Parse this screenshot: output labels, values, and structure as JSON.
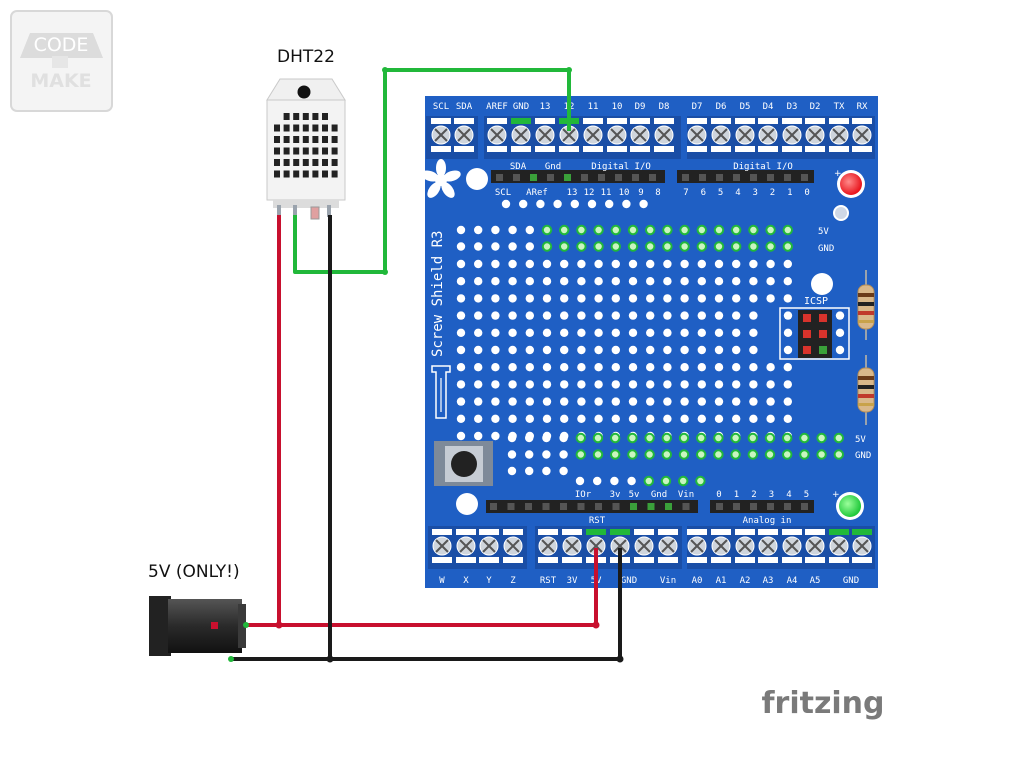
{
  "logo": {
    "line1": "CODE",
    "line2": "MAKE"
  },
  "sensor": {
    "label": "DHT22"
  },
  "power": {
    "label": "5V (ONLY!)"
  },
  "fritzing": {
    "label": "fritzing"
  },
  "shield": {
    "title": "Screw Shield R3",
    "top_left_terms": [
      "SCL",
      "SDA",
      "AREF",
      "GND",
      "13",
      "12",
      "11",
      "10",
      "D9",
      "D8"
    ],
    "top_right_terms": [
      "D7",
      "D6",
      "D5",
      "D4",
      "D3",
      "D2",
      "TX",
      "RX"
    ],
    "header_left_upper": [
      "SDA",
      "Gnd",
      "Digital I/O"
    ],
    "header_left_lower": [
      "SCL",
      "ARef",
      "13",
      "12",
      "11",
      "10",
      "9",
      "8"
    ],
    "header_right_upper": "Digital I/O",
    "header_right_lower": [
      "7",
      "6",
      "5",
      "4",
      "3",
      "2",
      "1",
      "0"
    ],
    "rail_top": [
      "5V",
      "GND"
    ],
    "rail_bottom": [
      "5V",
      "GND"
    ],
    "icsp": "ICSP",
    "power_header": [
      "IOr",
      "3v",
      "5v",
      "Gnd",
      "Vin"
    ],
    "power_header_sub": "RST",
    "analog_header": [
      "0",
      "1",
      "2",
      "3",
      "4",
      "5"
    ],
    "analog_header_sub": "Analog in",
    "bottom_terms_1": [
      "W",
      "X",
      "Y",
      "Z"
    ],
    "bottom_terms_2": [
      "RST",
      "3V",
      "5V",
      "GND",
      "Vin"
    ],
    "bottom_terms_3": [
      "A0",
      "A1",
      "A2",
      "A3",
      "A4",
      "A5",
      "GND"
    ]
  },
  "colors": {
    "board": "#1f5fc4",
    "wire_red": "#c8102e",
    "wire_black": "#1a1a1a",
    "wire_green": "#21b83a",
    "led_red": "#e8141c",
    "led_green": "#1fc83a"
  }
}
